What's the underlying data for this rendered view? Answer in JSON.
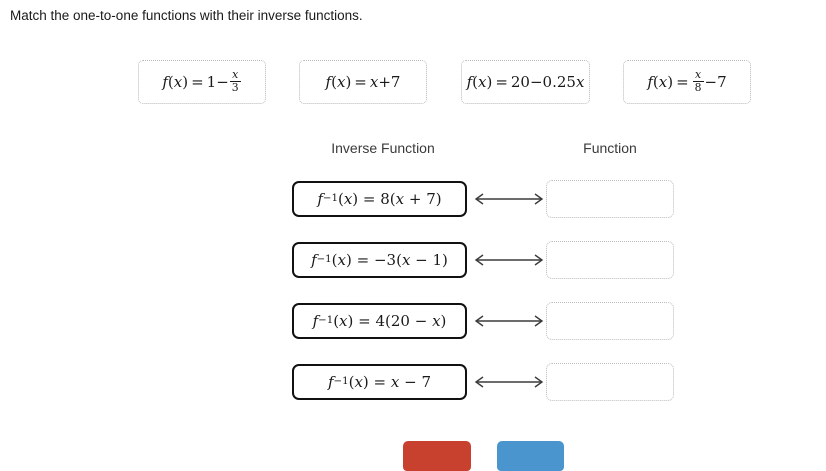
{
  "instruction": "Match the one-to-one functions with their inverse functions.",
  "source_cards": [
    {
      "name": "function-card-1",
      "latex_text": "f(x) = 1 - x/3"
    },
    {
      "name": "function-card-2",
      "latex_text": "f(x) = x + 7"
    },
    {
      "name": "function-card-3",
      "latex_text": "f(x) = 20 - 0.25x"
    },
    {
      "name": "function-card-4",
      "latex_text": "f(x) = x/8 - 7"
    }
  ],
  "columns": {
    "inverse_heading": "Inverse Function",
    "function_heading": "Function"
  },
  "rows": [
    {
      "inverse_text": "f⁻¹(x) = 8(x + 7)",
      "dropzone_value": "",
      "arrow": "double-headed-arrow"
    },
    {
      "inverse_text": "f⁻¹(x) = -3(x - 1)",
      "dropzone_value": "",
      "arrow": "double-headed-arrow"
    },
    {
      "inverse_text": "f⁻¹(x) = 4(20 - x)",
      "dropzone_value": "",
      "arrow": "double-headed-arrow"
    },
    {
      "inverse_text": "f⁻¹(x) = x - 7",
      "dropzone_value": "",
      "arrow": "double-headed-arrow"
    }
  ],
  "buttons": {
    "reset_label": "",
    "submit_label": ""
  },
  "colors": {
    "reset_button": "#c8412f",
    "submit_button": "#4a95cd",
    "inverse_box_border": "#111111",
    "dropzone_border": "#bdbdbd",
    "card_border": "#b9b9b9",
    "text": "#1a1a1a"
  }
}
